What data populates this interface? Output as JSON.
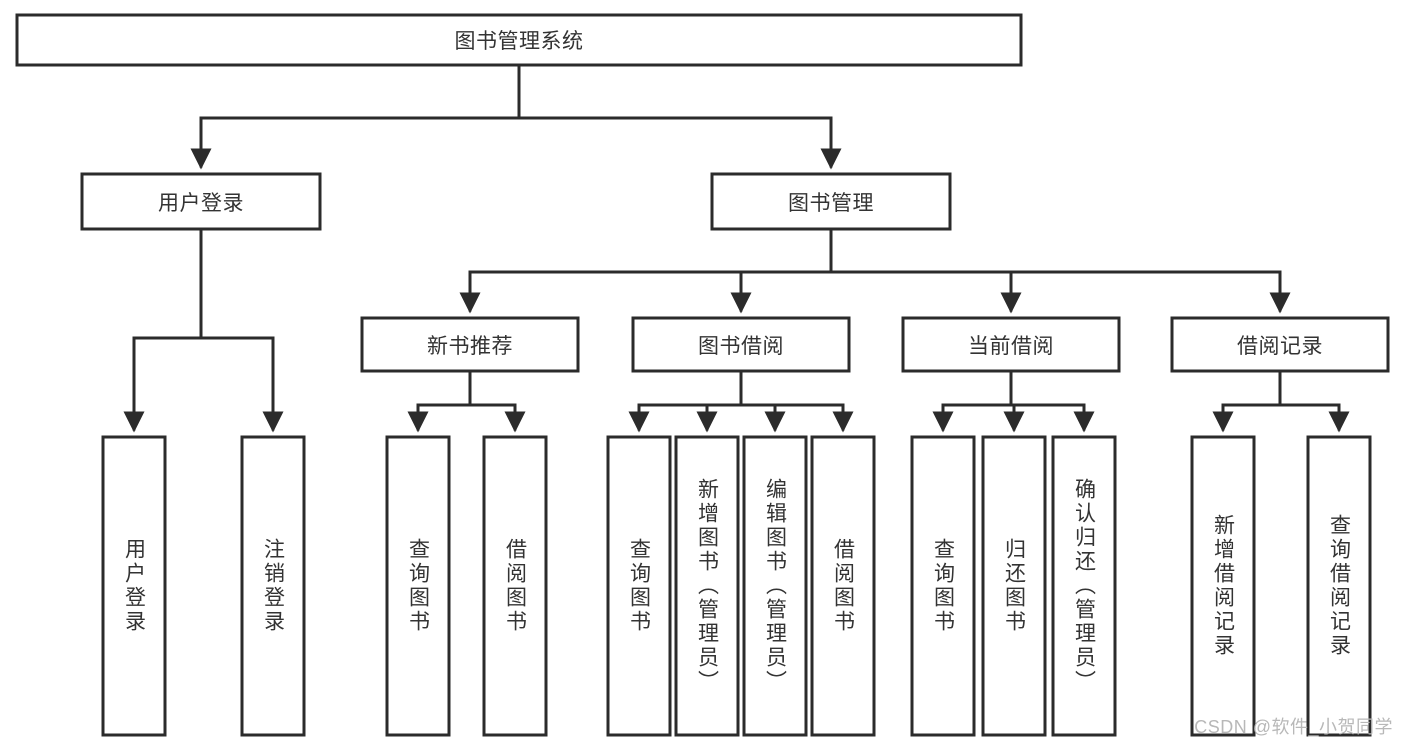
{
  "diagram": {
    "title": "图书管理系统",
    "type": "tree-hierarchy",
    "watermark": "CSDN @软件_小贺同学",
    "colors": {
      "stroke": "#2b2b2b",
      "box_fill": "#ffffff",
      "text": "#333333",
      "background": "#ffffff",
      "watermark": "#b8b8b8"
    },
    "root": {
      "id": "root",
      "label": "图书管理系统",
      "orientation": "horizontal"
    },
    "level2": [
      {
        "id": "user-login",
        "label": "用户登录",
        "orientation": "horizontal"
      },
      {
        "id": "book-manage",
        "label": "图书管理",
        "orientation": "horizontal"
      }
    ],
    "level3": [
      {
        "id": "new-book-recommend",
        "label": "新书推荐",
        "orientation": "horizontal",
        "parent": "book-manage"
      },
      {
        "id": "book-borrow",
        "label": "图书借阅",
        "orientation": "horizontal",
        "parent": "book-manage"
      },
      {
        "id": "current-borrow",
        "label": "当前借阅",
        "orientation": "horizontal",
        "parent": "book-manage"
      },
      {
        "id": "borrow-record",
        "label": "借阅记录",
        "orientation": "horizontal",
        "parent": "book-manage"
      }
    ],
    "leaves": [
      {
        "id": "leaf-user-login",
        "label": "用户登录",
        "parent": "user-login",
        "orientation": "vertical"
      },
      {
        "id": "leaf-logout-login",
        "label": "注销登录",
        "parent": "user-login",
        "orientation": "vertical"
      },
      {
        "id": "leaf-query-book-1",
        "label": "查询图书",
        "parent": "new-book-recommend",
        "orientation": "vertical"
      },
      {
        "id": "leaf-borrow-book-1",
        "label": "借阅图书",
        "parent": "new-book-recommend",
        "orientation": "vertical"
      },
      {
        "id": "leaf-query-book-2",
        "label": "查询图书",
        "parent": "book-borrow",
        "orientation": "vertical"
      },
      {
        "id": "leaf-add-book",
        "label": "新增图书（管理员）",
        "parent": "book-borrow",
        "orientation": "vertical"
      },
      {
        "id": "leaf-edit-book",
        "label": "编辑图书（管理员）",
        "parent": "book-borrow",
        "orientation": "vertical"
      },
      {
        "id": "leaf-borrow-book-2",
        "label": "借阅图书",
        "parent": "book-borrow",
        "orientation": "vertical"
      },
      {
        "id": "leaf-query-book-3",
        "label": "查询图书",
        "parent": "current-borrow",
        "orientation": "vertical"
      },
      {
        "id": "leaf-return-book",
        "label": "归还图书",
        "parent": "current-borrow",
        "orientation": "vertical"
      },
      {
        "id": "leaf-confirm-return",
        "label": "确认归还（管理员）",
        "parent": "current-borrow",
        "orientation": "vertical"
      },
      {
        "id": "leaf-add-record",
        "label": "新增借阅记录",
        "parent": "borrow-record",
        "orientation": "vertical"
      },
      {
        "id": "leaf-query-record",
        "label": "查询借阅记录",
        "parent": "borrow-record",
        "orientation": "vertical"
      }
    ]
  }
}
